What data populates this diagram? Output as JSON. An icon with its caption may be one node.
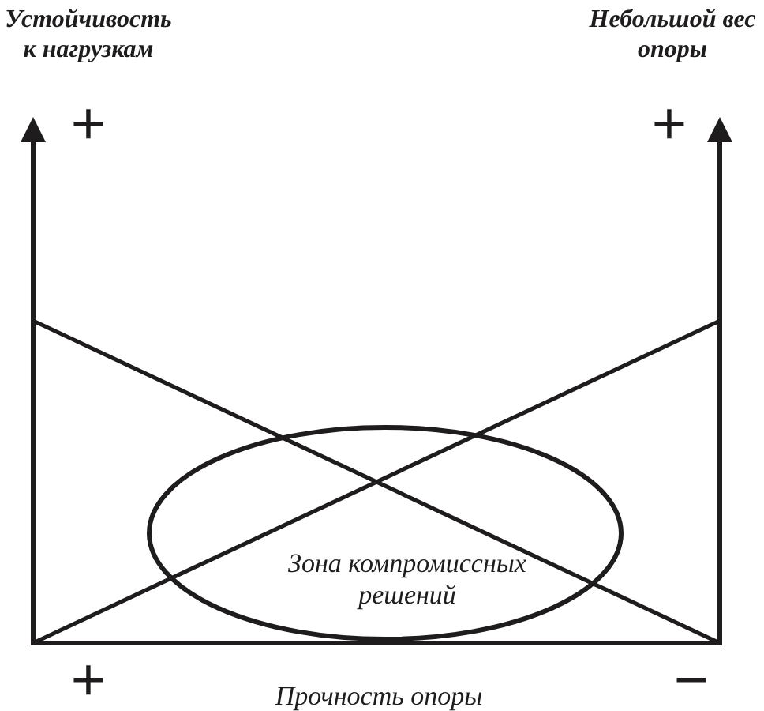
{
  "diagram": {
    "nodes": [
      {
        "text": [
          "Зона компромиссных решений"
        ]
      }
    ],
    "labels": [
      "Устойчивость к нагрузкам",
      "Небольшой вес опоры",
      "+",
      "+",
      "+",
      "Прочность опоры",
      "−"
    ]
  }
}
